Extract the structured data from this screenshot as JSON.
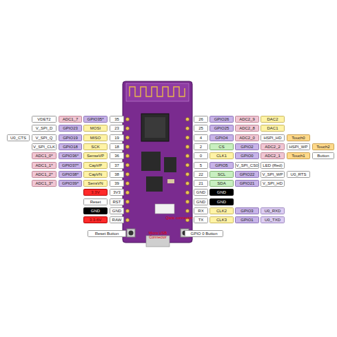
{
  "diagram": {
    "nodes": [
      {
        "text": [
          "VDET2"
        ]
      },
      {
        "text": [
          "ADC1_7"
        ]
      },
      {
        "text": [
          "GPIO35*"
        ]
      },
      {
        "text": [
          "35"
        ]
      },
      {
        "text": [
          "26"
        ]
      },
      {
        "text": [
          "GPIO26"
        ]
      },
      {
        "text": [
          "ADC2_9"
        ]
      },
      {
        "text": [
          "DAC2"
        ]
      },
      {
        "text": [
          "V_SPI_D"
        ]
      },
      {
        "text": [
          "GPIO23"
        ]
      },
      {
        "text": [
          "MOSI"
        ]
      },
      {
        "text": [
          "23"
        ]
      },
      {
        "text": [
          "25"
        ]
      },
      {
        "text": [
          "GPIO25"
        ]
      },
      {
        "text": [
          "ADC2_8"
        ]
      },
      {
        "text": [
          "DAC1"
        ]
      },
      {
        "text": [
          "U0_CTS"
        ]
      },
      {
        "text": [
          "V_SPI_Q"
        ]
      },
      {
        "text": [
          "GPIO19"
        ]
      },
      {
        "text": [
          "MISO"
        ]
      },
      {
        "text": [
          "19"
        ]
      },
      {
        "text": [
          "4"
        ]
      },
      {
        "text": [
          "GPIO4"
        ]
      },
      {
        "text": [
          "ADC2_0"
        ]
      },
      {
        "text": [
          "HSPI_HD"
        ]
      },
      {
        "text": [
          "Touch0"
        ]
      },
      {
        "text": [
          "V_SPI_CLK"
        ]
      },
      {
        "text": [
          "GPIO18"
        ]
      },
      {
        "text": [
          "SCK"
        ]
      },
      {
        "text": [
          "18"
        ]
      },
      {
        "text": [
          "2"
        ]
      },
      {
        "text": [
          "CS"
        ]
      },
      {
        "text": [
          "GPIO2"
        ]
      },
      {
        "text": [
          "ADC2_2"
        ]
      },
      {
        "text": [
          "HSPI_WP"
        ]
      },
      {
        "text": [
          "Touch2"
        ]
      },
      {
        "text": [
          "ADC1_0*"
        ]
      },
      {
        "text": [
          "GPIO36*"
        ]
      },
      {
        "text": [
          "SenseVP"
        ]
      },
      {
        "text": [
          "36"
        ]
      },
      {
        "text": [
          "0"
        ]
      },
      {
        "text": [
          "CLK1"
        ]
      },
      {
        "text": [
          "GPIO0"
        ]
      },
      {
        "text": [
          "ADC2_1"
        ]
      },
      {
        "text": [
          "Touch1"
        ]
      },
      {
        "text": [
          "Button"
        ]
      },
      {
        "text": [
          "ADC1_1*"
        ]
      },
      {
        "text": [
          "GPIO37*"
        ]
      },
      {
        "text": [
          "CapVP"
        ]
      },
      {
        "text": [
          "37"
        ]
      },
      {
        "text": [
          "5"
        ]
      },
      {
        "text": [
          "GPIO5"
        ]
      },
      {
        "text": [
          "V_SPI_CS0"
        ]
      },
      {
        "text": [
          "LED (Red)"
        ]
      },
      {
        "text": [
          "ADC1_2*"
        ]
      },
      {
        "text": [
          "GPIO38*"
        ]
      },
      {
        "text": [
          "CapVN"
        ]
      },
      {
        "text": [
          "38"
        ]
      },
      {
        "text": [
          "22"
        ]
      },
      {
        "text": [
          "SCL"
        ]
      },
      {
        "text": [
          "GPIO22"
        ]
      },
      {
        "text": [
          "V_SPI_WP"
        ]
      },
      {
        "text": [
          "U0_RTS"
        ]
      },
      {
        "text": [
          "ADC1_3*"
        ]
      },
      {
        "text": [
          "GPIO39*"
        ]
      },
      {
        "text": [
          "SensVN"
        ]
      },
      {
        "text": [
          "39"
        ]
      },
      {
        "text": [
          "21"
        ]
      },
      {
        "text": [
          "SDA"
        ]
      },
      {
        "text": [
          "GPIO21"
        ]
      },
      {
        "text": [
          "V_SPI_HD"
        ]
      },
      {
        "text": [
          "3.3V"
        ]
      },
      {
        "text": [
          "3V3"
        ]
      },
      {
        "text": [
          "GND"
        ]
      },
      {
        "text": [
          "GND"
        ]
      },
      {
        "text": [
          "Reset"
        ]
      },
      {
        "text": [
          "RST"
        ]
      },
      {
        "text": [
          "GND"
        ]
      },
      {
        "text": [
          "GND"
        ]
      },
      {
        "text": [
          "GND"
        ]
      },
      {
        "text": [
          "GND"
        ]
      },
      {
        "text": [
          "RX"
        ]
      },
      {
        "text": [
          "CLK2"
        ]
      },
      {
        "text": [
          "GPIO3"
        ]
      },
      {
        "text": [
          "U0_RXD"
        ]
      },
      {
        "text": [
          "3.3-6V"
        ]
      },
      {
        "text": [
          "RAW"
        ]
      },
      {
        "text": [
          "TX"
        ]
      },
      {
        "text": [
          "CLK3"
        ]
      },
      {
        "text": [
          "GPIO1"
        ]
      },
      {
        "text": [
          "U0_TXD"
        ]
      },
      {
        "text": [
          "Reset Button"
        ]
      },
      {
        "text": [
          "GPIO 0 Button"
        ]
      }
    ],
    "labels": [
      "Qwiic connector",
      "Micro USB Connector"
    ]
  }
}
